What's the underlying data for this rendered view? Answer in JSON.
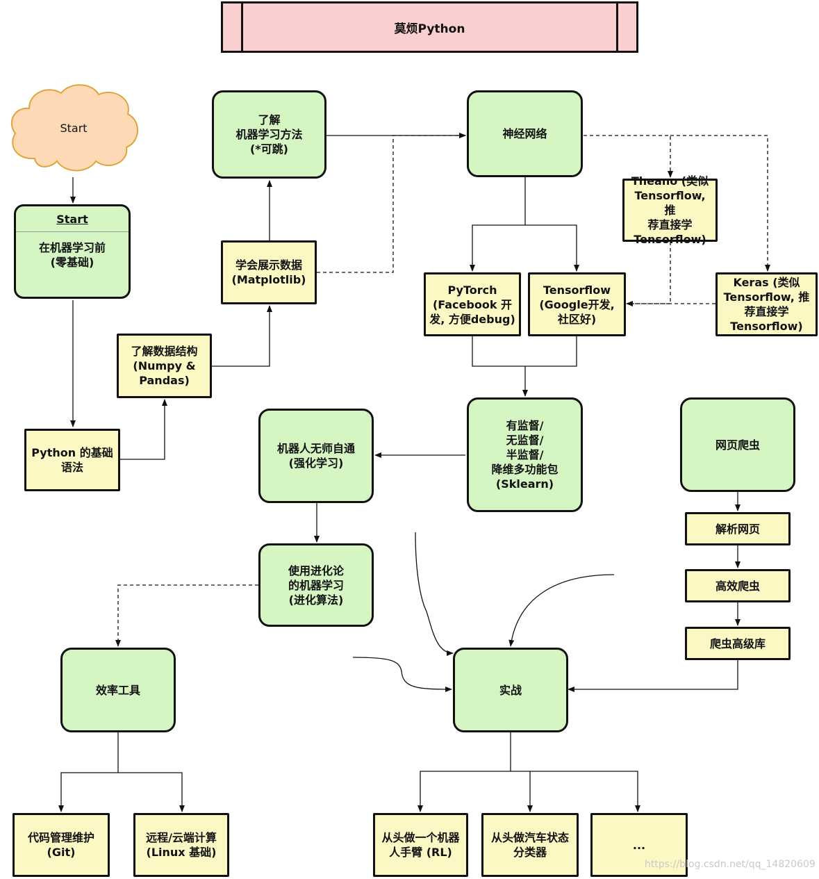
{
  "title": "莫烦Python",
  "start_cloud": "Start",
  "start_card": {
    "heading": "Start",
    "body": "在机器学习前\n(零基础)"
  },
  "nodes": {
    "python_basics": "Python 的基础\n语法",
    "data_structures": "了解数据结构\n(Numpy &\nPandas)",
    "show_data": "学会展示数据\n(Matplotlib)",
    "ml_methods": "了解\n机器学习方法\n(*可跳)",
    "neural_net": "神经网络",
    "theano": "Theano (类似\nTensorflow, 推\n荐直接学\nTensorflow)",
    "keras": "Keras (类似\nTensorflow, 推\n荐直接学\nTensorflow)",
    "pytorch": "PyTorch\n(Facebook 开\n发, 方便debug)",
    "tensorflow": "Tensorflow\n(Google开发,\n社区好)",
    "sklearn": "有监督/\n无监督/\n半监督/\n降维多功能包\n(Sklearn)",
    "rl": "机器人无师自通\n(强化学习)",
    "evolution": "使用进化论\n的机器学习\n(进化算法)",
    "efficiency": "效率工具",
    "git": "代码管理维护\n(Git)",
    "linux": "远程/云端计算\n(Linux 基础)",
    "practice": "实战",
    "robot_arm": "从头做一个机器\n人手臂 (RL)",
    "car_classifier": "从头做汽车状态\n分类器",
    "more": "...",
    "web_crawler": "网页爬虫",
    "parse_page": "解析网页",
    "efficient_crawler": "高效爬虫",
    "crawler_lib": "爬虫高级库"
  },
  "watermark": "https://blog.csdn.net/qq_14820609",
  "colors": {
    "green": "#d5f5c3",
    "yellow": "#fbf8c4",
    "pink": "#f9cfcf",
    "cloud": "#fdd9b5",
    "cloud_border": "#e0a33c",
    "line": "#111111"
  }
}
